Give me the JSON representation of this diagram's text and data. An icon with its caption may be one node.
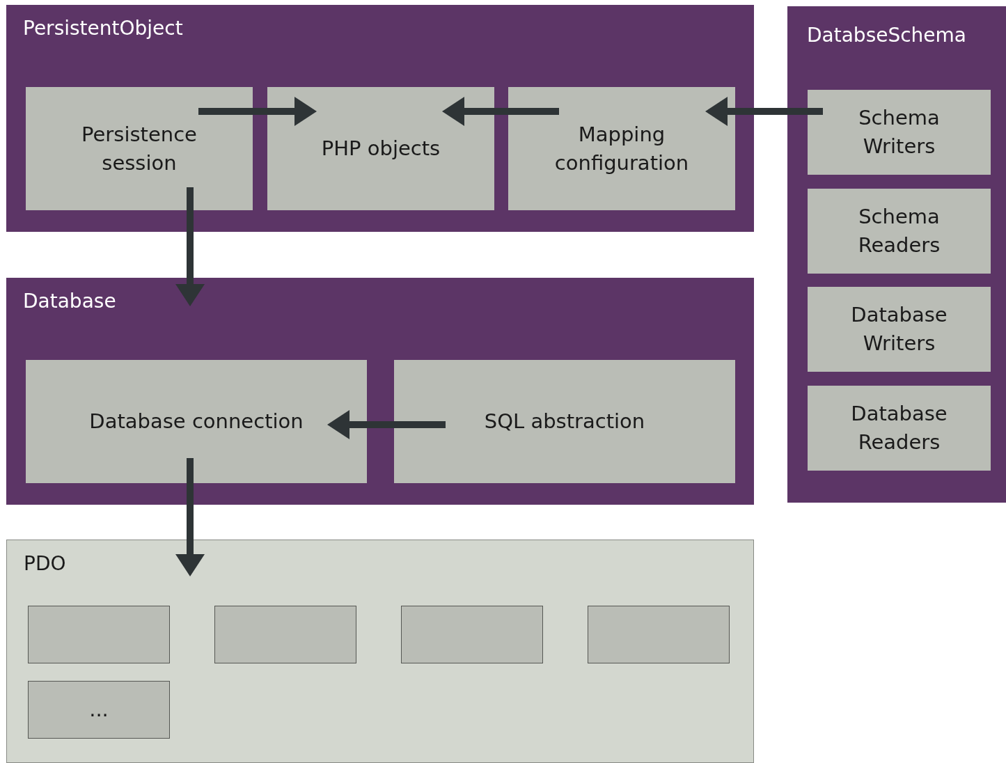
{
  "diagram": {
    "nodes": [
      {
        "text": [
          "PersistentObject"
        ]
      },
      {
        "text": [
          "Persistence session"
        ],
        "in": 0
      },
      {
        "text": [
          "PHP objects"
        ],
        "in": 0
      },
      {
        "text": [
          "Mapping configuration"
        ],
        "in": 0
      },
      {
        "text": [
          "DatabseSchema"
        ]
      },
      {
        "text": [
          "Schema Writers"
        ],
        "in": 4
      },
      {
        "text": [
          "Schema Readers"
        ],
        "in": 4
      },
      {
        "text": [
          "Database Writers"
        ],
        "in": 4
      },
      {
        "text": [
          "Database Readers"
        ],
        "in": 4
      },
      {
        "text": [
          "Database"
        ]
      },
      {
        "text": [
          "Database connection"
        ],
        "in": 9
      },
      {
        "text": [
          "SQL abstraction"
        ],
        "in": 9
      },
      {
        "text": [
          "PDO"
        ]
      },
      {
        "text": [],
        "shape": "box",
        "in": 12
      },
      {
        "text": [],
        "shape": "box",
        "in": 12
      },
      {
        "text": [],
        "shape": "box",
        "in": 12
      },
      {
        "text": [],
        "shape": "box",
        "in": 12
      },
      {
        "text": [
          "..."
        ],
        "in": 12
      }
    ],
    "edges": [
      {
        "from": 1,
        "to": 2,
        "arrow": "to"
      },
      {
        "from": 3,
        "to": 2,
        "arrow": "to"
      },
      {
        "from": 5,
        "to": 3,
        "arrow": "to"
      },
      {
        "from": 1,
        "to": 9,
        "arrow": "to"
      },
      {
        "from": 11,
        "to": 10,
        "arrow": "to"
      },
      {
        "from": 10,
        "to": 12,
        "arrow": "to"
      }
    ]
  }
}
